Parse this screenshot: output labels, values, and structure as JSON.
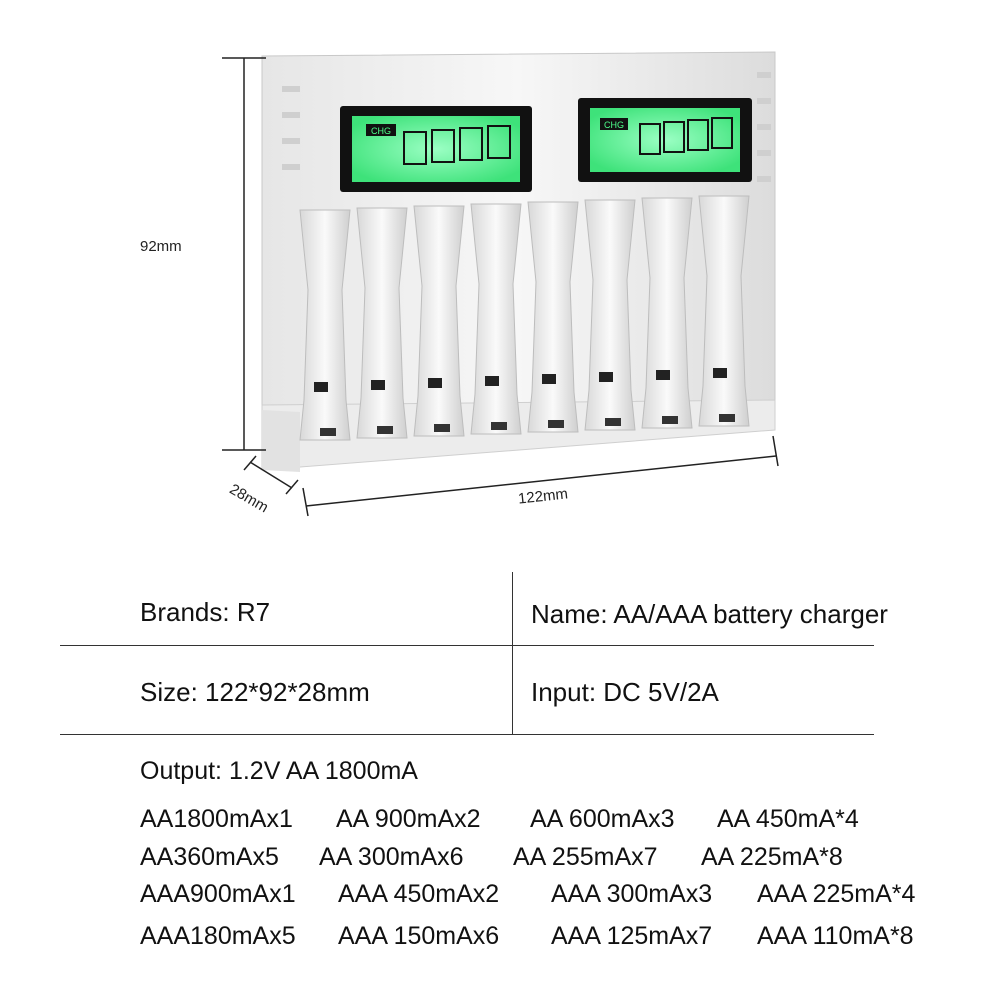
{
  "dimensions": {
    "height": "92mm",
    "depth": "28mm",
    "width": "122mm"
  },
  "lcd": {
    "left_label": "CHG",
    "right_label": "CHG"
  },
  "colors": {
    "lcd_green": "#4dff8a",
    "body": "#f2f2f2",
    "lcd_frame": "#111111"
  },
  "specs": {
    "brand": "Brands: R7",
    "name": "Name: AA/AAA battery charger",
    "size": "Size: 122*92*28mm",
    "input": "Input: DC 5V/2A"
  },
  "output": {
    "title": "Output: 1.2V  AA 1800mA",
    "rows": [
      [
        "AA1800mAx1",
        "AA 900mAx2",
        "AA 600mAx3",
        "AA 450mA*4"
      ],
      [
        "AA360mAx5",
        "AA 300mAx6",
        "AA 255mAx7",
        "AA 225mA*8"
      ],
      [
        "AAA900mAx1",
        "AAA 450mAx2",
        "AAA 300mAx3",
        "AAA 225mA*4"
      ],
      [
        "AAA180mAx5",
        "AAA 150mAx6",
        "AAA 125mAx7",
        "AAA 110mA*8"
      ]
    ]
  }
}
